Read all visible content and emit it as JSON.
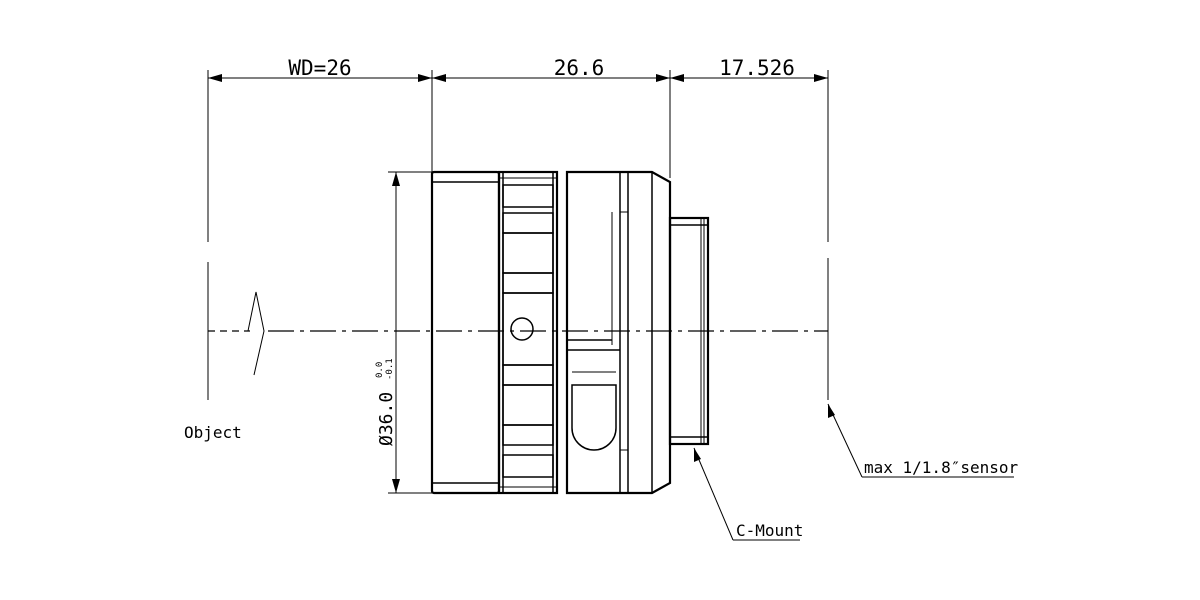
{
  "dimensions": {
    "working_distance": "WD=26",
    "lens_length": "26.6",
    "flange_back": "17.526",
    "diameter": "Ø36.0",
    "diameter_tol_upper": "0.0",
    "diameter_tol_lower": "-0.1"
  },
  "labels": {
    "object": "Object",
    "mount": "C-Mount",
    "sensor": "max 1/1.8″sensor"
  }
}
